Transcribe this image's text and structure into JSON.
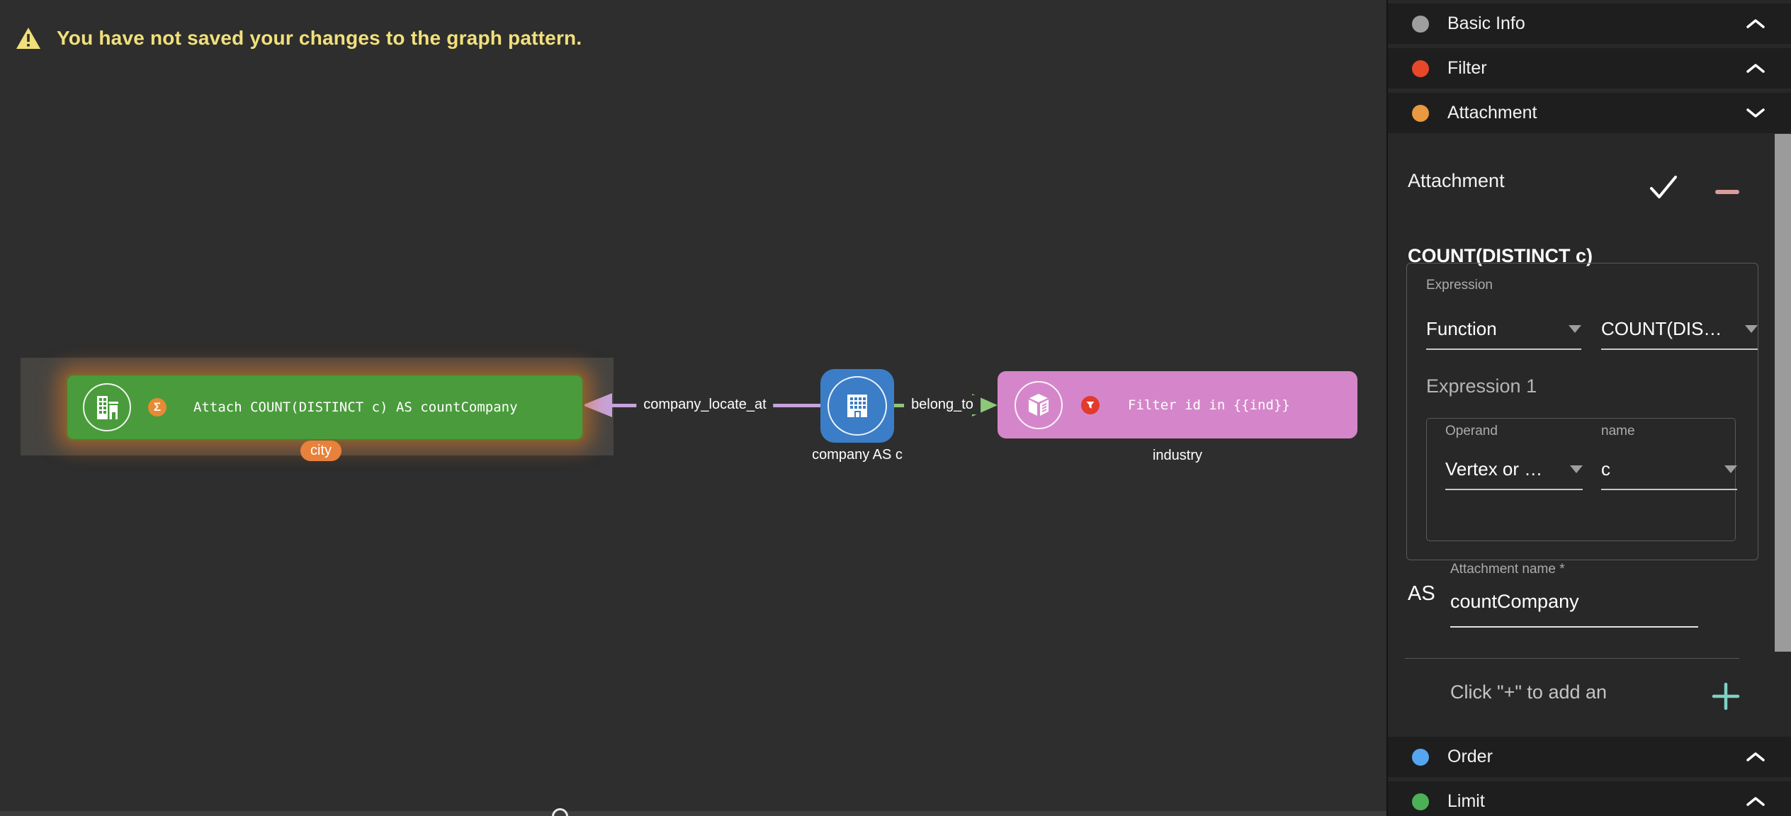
{
  "canvas": {
    "warning": {
      "text": "You have not saved your changes to the graph pattern."
    },
    "nodes": {
      "city": {
        "attach_label": "Attach COUNT(DISTINCT c) AS countCompany",
        "badge": "Σ",
        "badge_color": "#e88a33",
        "tag": "city",
        "tag_color": "#e8813c",
        "color": "#4a9b3c"
      },
      "company": {
        "label": "company AS c",
        "color": "#3b7dc7"
      },
      "industry": {
        "filter_label": "Filter id in {{ind}}",
        "label": "industry",
        "color": "#d586ca"
      }
    },
    "edges": {
      "locate": {
        "label": "company_locate_at",
        "color": "#c7a3dc"
      },
      "belong": {
        "label": "belong_to",
        "color": "#8cc878"
      }
    }
  },
  "sidebar": {
    "sections": [
      {
        "label": "Basic Info",
        "color": "#9e9e9e",
        "state": "collapsed"
      },
      {
        "label": "Filter",
        "color": "#e8472a",
        "state": "collapsed"
      },
      {
        "label": "Attachment",
        "color": "#e9993f",
        "state": "expanded"
      },
      {
        "label": "Order",
        "color": "#55a5f0",
        "state": "collapsed"
      },
      {
        "label": "Limit",
        "color": "#4cb057",
        "state": "collapsed"
      }
    ],
    "panel": {
      "title": "Attachment",
      "item_title": "COUNT(DISTINCT c)",
      "expression_label": "Expression",
      "expression_type": "Function",
      "expression_value": "COUNT(DIS…",
      "expression1_label": "Expression 1",
      "operand_label": "Operand",
      "operand_value": "Vertex or …",
      "name_label": "name",
      "name_value": "c",
      "as_label": "AS",
      "attachment_name_label": "Attachment name *",
      "attachment_name_value": "countCompany",
      "add_hint": "Click \"+\" to add an"
    }
  },
  "colors": {
    "canvas_bg": "#2e2e2e",
    "sidebar_row_bg": "#1e1e1e",
    "warning_text": "#f1e07c",
    "selection_glow": "#e27a26",
    "filter_badge": "#e23a2b",
    "check_icon": "#ffffff",
    "minus_icon": "#dd9c9c",
    "plus_icon": "#7fd0c5",
    "scrollbar_thumb": "#9b9b9b"
  }
}
